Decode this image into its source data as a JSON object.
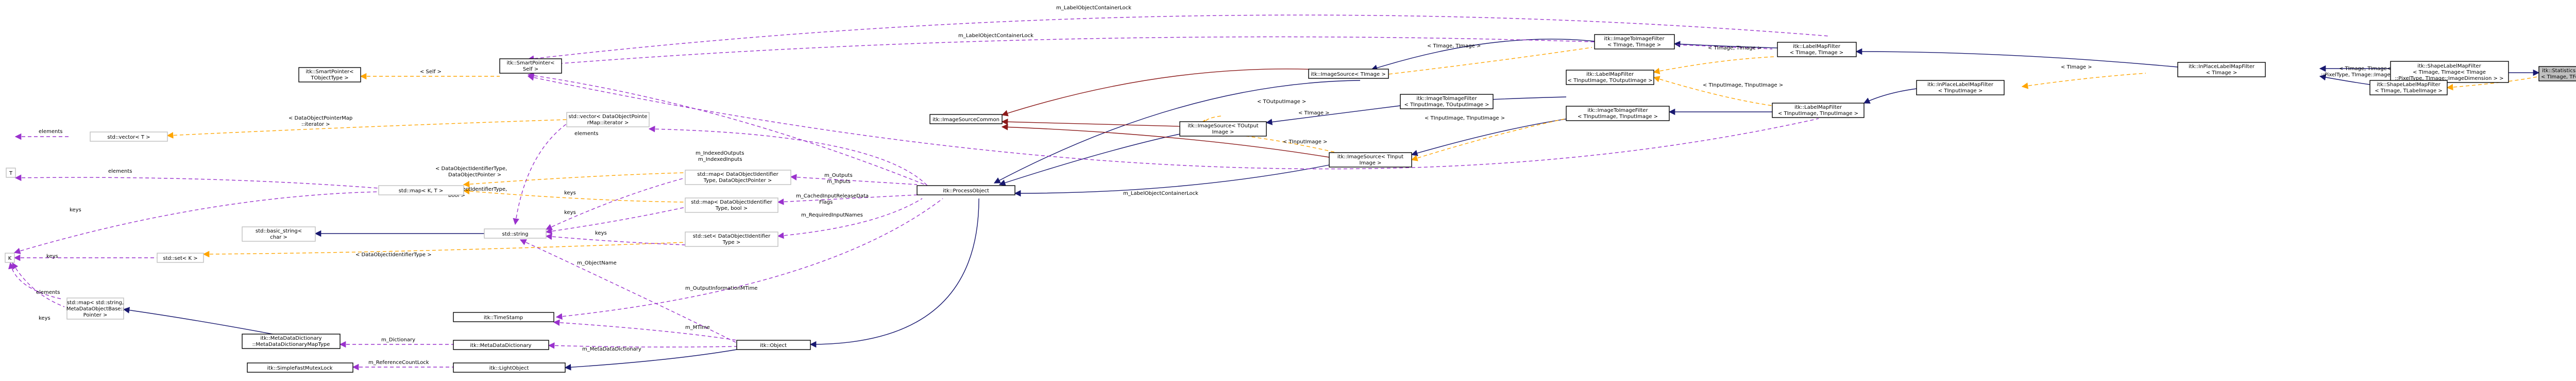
{
  "nodes": {
    "statistics": [
      "itk::StatisticsLabelMapFilter",
      "< TImage, TFeatureImage >"
    ],
    "shapeLabel": [
      "itk::ShapeLabelMapFilter",
      "< TImage, TImage< TImage",
      "::PixelType, TImage::ImageDimension > >"
    ],
    "shapeLabelT": [
      "itk::ShapeLabelMapFilter",
      "< TImage, TLabelImage >"
    ],
    "inPlace": [
      "itk::InPlaceLabelMapFilter",
      "< TImage >"
    ],
    "inPlaceT": [
      "itk::InPlaceLabelMapFilter",
      "< TInputImage >"
    ],
    "labelMap": [
      "itk::LabelMapFilter",
      "< TImage, TImage >"
    ],
    "labelMapT": [
      "itk::LabelMapFilter",
      "< TInputImage, TInputImage >"
    ],
    "imgToImgTT": [
      "itk::ImageToImageFilter",
      "< TImage, TImage >"
    ],
    "labelMapTO": [
      "itk::LabelMapFilter",
      "< TInputImage, TOutputImage >"
    ],
    "imgToImgTI": [
      "itk::ImageToImageFilter",
      "< TInputImage, TInputImage >"
    ],
    "imgToImgTO": [
      "itk::ImageToImageFilter",
      "< TInputImage, TOutputImage >"
    ],
    "imgSrcT": [
      "itk::ImageSource< TImage >"
    ],
    "imgSrcOut": [
      "itk::ImageSource< TOutput",
      "Image >"
    ],
    "imgSrcIn": [
      "itk::ImageSource< TInput",
      "Image >"
    ],
    "imgSrcCommon": [
      "itk::ImageSourceCommon"
    ],
    "processObject": [
      "itk::ProcessObject"
    ],
    "object": [
      "itk::Object"
    ],
    "lightObject": [
      "itk::LightObject"
    ],
    "timeStamp": [
      "itk::TimeStamp"
    ],
    "metaDict": [
      "itk::MetaDataDictionary"
    ],
    "simpleFastMutex": [
      "itk::SimpleFastMutexLock"
    ],
    "metaDictPtr": [
      "itk::MetaDataDictionary",
      "::MetaDataDictionaryMapType"
    ],
    "mapStrPtr": [
      "std::map< std::string,",
      "MetaDataObjectBase::",
      "Pointer >"
    ],
    "smartPtrSelf": [
      "itk::SmartPointer<",
      "Self >"
    ],
    "smartPtrT": [
      "itk::SmartPointer<",
      "TObjectType >"
    ],
    "vectorT": [
      "std::vector< T >"
    ],
    "vectorDOP": [
      "std::vector< DataObjectPointe",
      "rMap::iterator >"
    ],
    "mapDOI": [
      "std::map< DataObjectIdentifier",
      "Type, DataObjectPointer >"
    ],
    "mapDOIbool": [
      "std::map< DataObjectIdentifier",
      "Type, bool >"
    ],
    "setDOI": [
      "std::set< DataObjectIdentifier",
      "Type >"
    ],
    "mapKT": [
      "std::map< K, T >"
    ],
    "basicString": [
      "std::basic_string<",
      "char >"
    ],
    "stdString": [
      "std::string"
    ],
    "setK": [
      "std::set< K >"
    ],
    "T": [
      "T"
    ],
    "K": [
      "K"
    ]
  },
  "edge_labels": {
    "labelContainerLock": "m_LabelObjectContainerLock",
    "labelContainerLock2": "m_LabelObjectContainerLock",
    "labelContainerLock3": "m_LabelObjectContainerLock",
    "tImageTImage1": "< TImage, TImage >",
    "tImageTImage2": "< TImage, TImage >",
    "tImage": "< TImage >",
    "tImage2": "< TImage >",
    "tInputTInput": "< TInputImage, TInputImage >",
    "tInputTInput2": "< TInputImage, TInputImage >",
    "tInputImage": "< TInputImage >",
    "tInputImage2": "< TInputImage >",
    "tOutputImage": "< TOutputImage >",
    "shapeArgs": [
      "< TImage, TImage< TImage",
      "::PixelType, TImage::ImageDimension > >"
    ],
    "self": "< Self >",
    "vectorDOPArgs": [
      "< DataObjectPointerMap",
      "::iterator >"
    ],
    "elements1": "elements",
    "elements2": "elements",
    "elements3": "elements",
    "elements4": "elements",
    "keys1": "keys",
    "keys2": "keys",
    "keys3": "keys",
    "keys4": "keys",
    "keys5": "keys",
    "mapDOIArgs": [
      "< DataObjectIdentifierType,",
      "DataObjectPointer >"
    ],
    "mapDOIboolArgs": [
      "< DataObjectIdentifierType,",
      "bool >"
    ],
    "setDOIArgs": "< DataObjectIdentifierType >",
    "indexedOutputs": [
      "m_IndexedOutputs",
      "m_IndexedInputs"
    ],
    "outputsInputs": [
      "m_Outputs",
      "m_Inputs"
    ],
    "cachedInput": [
      "m_CachedInputReleaseData",
      "Flags"
    ],
    "requiredInput": "m_RequiredInputNames",
    "objectName": "m_ObjectName",
    "outputInfo": "m_OutputInformationMTime",
    "mtime": "m_MTime",
    "dictionary": "m_Dictionary",
    "metaDataDictionary": "m_MetaDataDictionary",
    "refCountLock": "m_ReferenceCountLock"
  }
}
